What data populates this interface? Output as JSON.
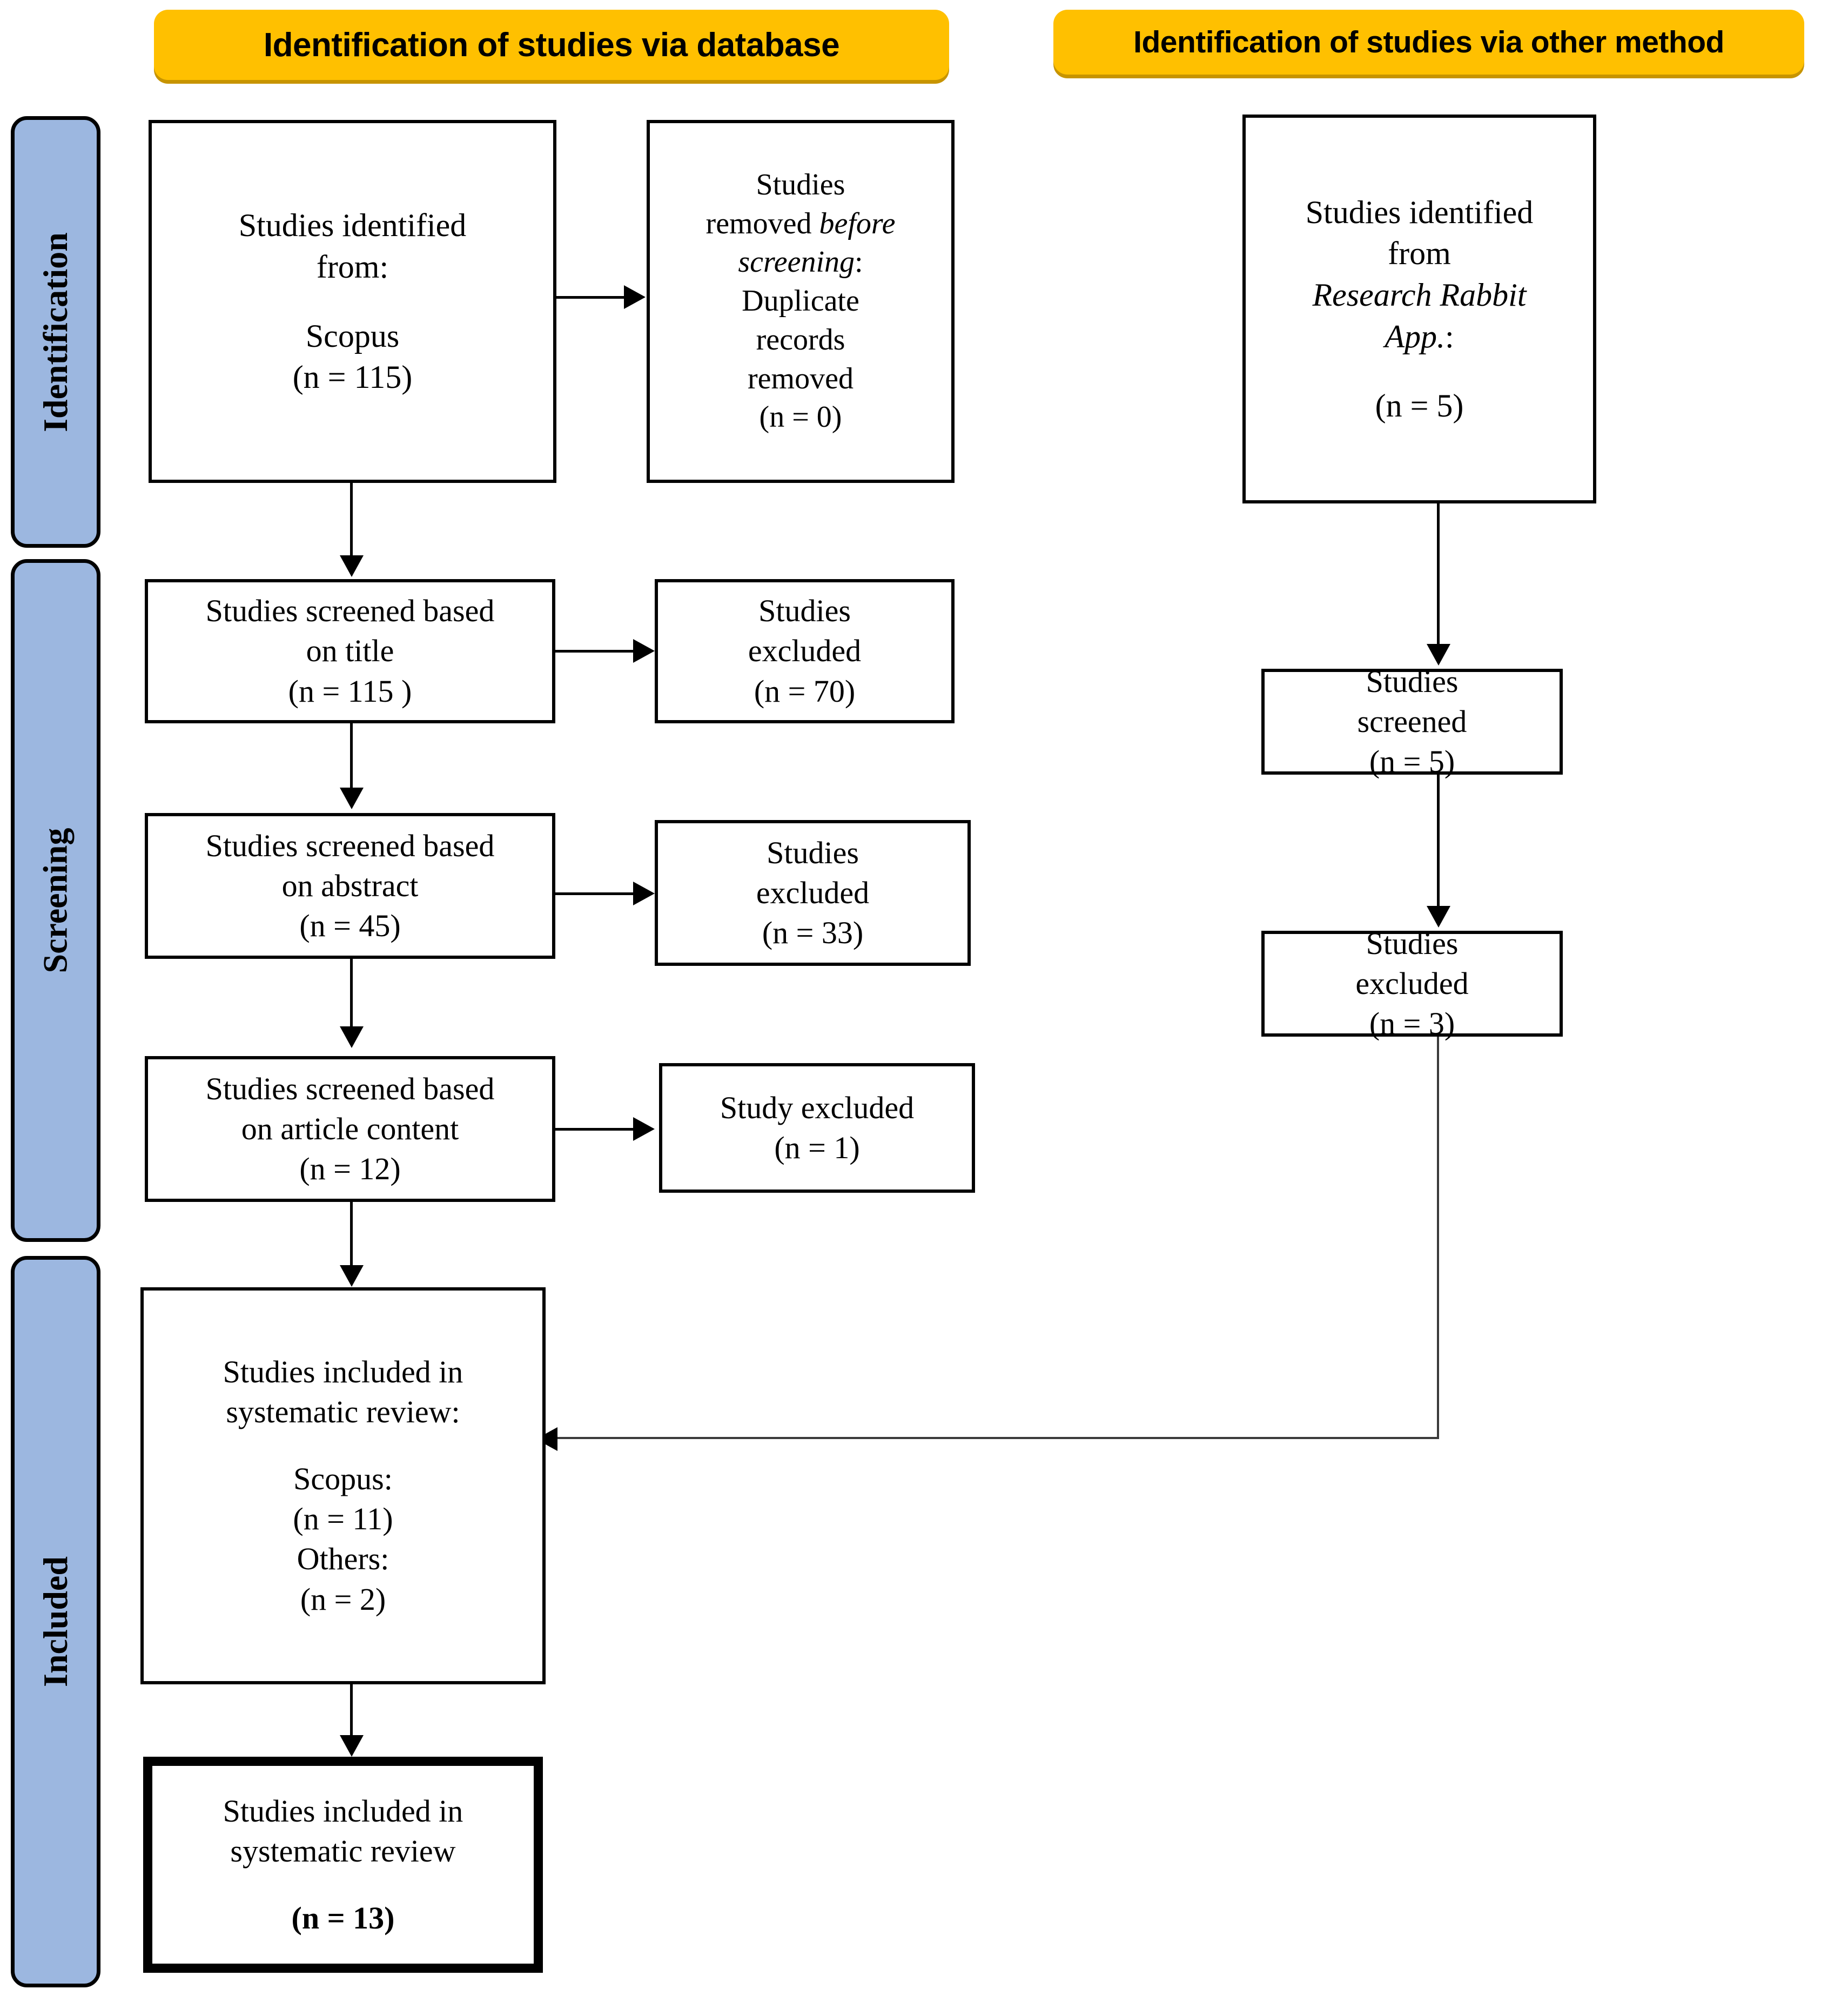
{
  "banners": {
    "database": "Identification of studies via database",
    "other": "Identification of studies via other method"
  },
  "rails": [
    {
      "label": "Identification"
    },
    {
      "label": "Screening"
    },
    {
      "label": "Included"
    }
  ],
  "boxes": {
    "identified_db": {
      "l1": "Studies identified",
      "l2": "from:",
      "l3": "Scopus",
      "l4": "(n = 115)"
    },
    "removed_before": {
      "l1": "Studies",
      "l2a": "removed ",
      "l2b": "before",
      "l3": "screening",
      "l3b": ":",
      "l4": "Duplicate",
      "l5": "records",
      "l6": "removed",
      "l7": "(n = 0)"
    },
    "identified_other": {
      "l1": "Studies identified",
      "l2": "from",
      "l3": "Research Rabbit",
      "l4": "App.",
      "l4b": ":",
      "l5": "(n = 5)"
    },
    "screened_title": {
      "l1": "Studies screened based",
      "l2": "on title",
      "l3": "(n = 115 )"
    },
    "excluded_title": {
      "l1": "Studies",
      "l2": "excluded",
      "l3": "(n = 70)"
    },
    "screened_abstract": {
      "l1": "Studies screened based",
      "l2": "on abstract",
      "l3": "(n = 45)"
    },
    "excluded_abstract": {
      "l1": "Studies",
      "l2": "excluded",
      "l3": "(n = 33)"
    },
    "screened_content": {
      "l1": "Studies screened based",
      "l2": "on article content",
      "l3": "(n = 12)"
    },
    "excluded_content": {
      "l1": "Study excluded",
      "l2": "(n = 1)"
    },
    "other_screened": {
      "l1": "Studies",
      "l2": "screened",
      "l3": "(n = 5)"
    },
    "other_excluded": {
      "l1": "Studies",
      "l2": "excluded",
      "l3": "(n = 3)"
    },
    "included_review": {
      "l1": "Studies included in",
      "l2": "systematic review:",
      "l3": "Scopus:",
      "l4": "(n = 11)",
      "l5": "Others:",
      "l6": "(n = 2)"
    },
    "final_included": {
      "l1": "Studies included in",
      "l2": "systematic review",
      "l3": "(n = 13)"
    }
  },
  "colors": {
    "banner_fill": "#FFC000",
    "banner_shadow": "#C79400",
    "rail_fill": "#9CB7E0",
    "stroke": "#000000",
    "background": "#FFFFFF"
  }
}
